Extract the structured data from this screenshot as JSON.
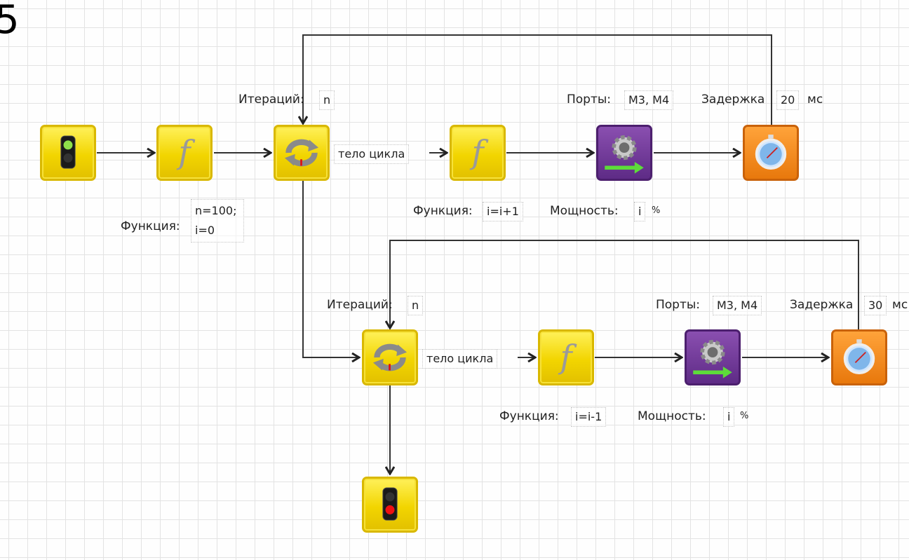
{
  "corner_mark": "5",
  "icons": {
    "start": "start-traffic-light-icon",
    "stop": "stop-traffic-light-icon",
    "function": "function-f-icon",
    "loop": "loop-arrows-icon",
    "motor": "motor-gear-icon",
    "delay": "stopwatch-icon"
  },
  "colors": {
    "block_yellow": "#f2d500",
    "block_purple": "#5e2b86",
    "block_orange": "#e8780c",
    "wire": "#333333"
  },
  "row1": {
    "func_label": "Функция:",
    "func_value_line1": "n=100;",
    "func_value_line2": "i=0",
    "iter_label": "Итераций:",
    "iter_value": "n",
    "body_label": "тело цикла",
    "inner_func_label": "Функция:",
    "inner_func_value": "i=i+1",
    "ports_label": "Порты:",
    "ports_value": "M3, M4",
    "power_label": "Мощность:",
    "power_value": "i",
    "power_unit": "%",
    "delay_label": "Задержка",
    "delay_value": "20",
    "delay_unit": "мс"
  },
  "row2": {
    "iter_label": "Итераций:",
    "iter_value": "n",
    "body_label": "тело цикла",
    "inner_func_label": "Функция:",
    "inner_func_value": "i=i-1",
    "ports_label": "Порты:",
    "ports_value": "M3, M4",
    "power_label": "Мощность:",
    "power_value": "i",
    "power_unit": "%",
    "delay_label": "Задержка",
    "delay_value": "30",
    "delay_unit": "мс"
  }
}
